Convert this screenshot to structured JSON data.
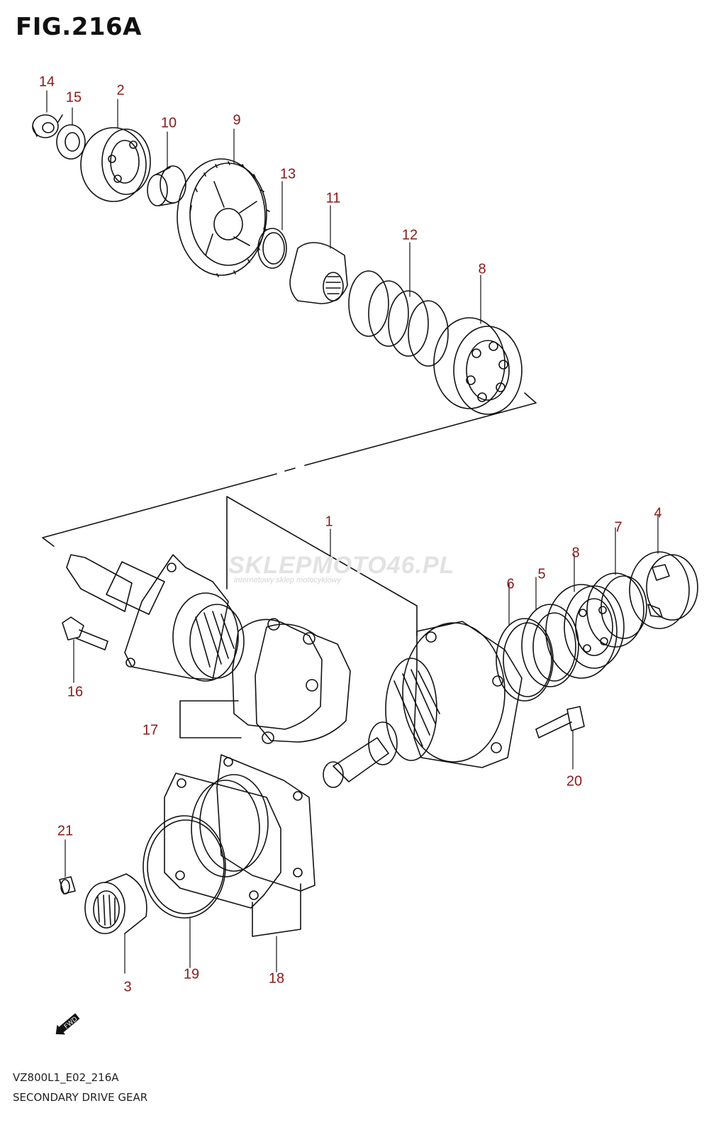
{
  "figure": {
    "title": "FIG.216A",
    "model_code": "VZ800L1_E02_216A",
    "name": "SECONDARY DRIVE GEAR"
  },
  "watermark": {
    "brand": "SKLEPMOTO46.PL",
    "tagline": "internetowy sklep motocyklowy"
  },
  "fwd_label": "FWD",
  "callouts": [
    "1",
    "2",
    "3",
    "4",
    "5",
    "6",
    "7",
    "8",
    "8",
    "9",
    "10",
    "11",
    "12",
    "13",
    "14",
    "15",
    "16",
    "17",
    "18",
    "19",
    "20",
    "21"
  ],
  "colors": {
    "callout": "#8b1a1a",
    "line": "#111111",
    "watermark": "#e2e2e2"
  },
  "icons": {
    "fwd": "fwd-arrow-icon"
  }
}
